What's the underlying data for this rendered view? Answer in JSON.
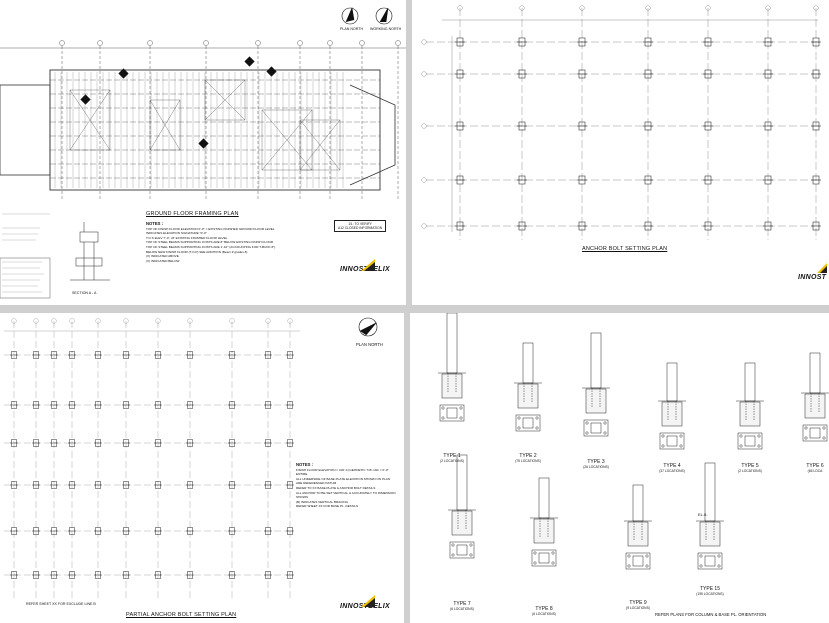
{
  "sheets": {
    "ground_floor": {
      "title": "GROUND FLOOR FRAMING PLAN",
      "north_left": "PLAN NORTH",
      "north_right": "WORKING NORTH",
      "section_label": "SECTION A - A",
      "stamp_line1": "1/1: TO VERIFY",
      "stamp_line2": "A12 CLOSED INFORMATION",
      "notes_heading": "NOTES :",
      "notes": [
        "TOP OF FINISH FLOOR ELEVATION 0'-0\" = EXISTING FINISHED GROUND FLOOR LEVEL",
        "INDICATES ELEVATION SIGNATURE \"0'-0\"",
        "T.O.S ELEV 7'-0\", AT EXISTING FINISHED FLOOR LEVEL",
        "TOP OF STEEL BEAMS SUPPORTING JOISTS ARE 8\" BELOW EXISTING FINISH FLOOR",
        "TOP OF STEEL BEAMS SUPPORTING JOISTS ARE 1'-10\" (ACCOUNTING FOR T-BUCK 8\")",
        "BELOW NEW FINISH FLOOR (T.O.P) SEE ADDITION (Beam # grades 8)",
        "(X) INDICATED ABOVE",
        "(X) INDICATED BELOW"
      ]
    },
    "anchor_bolt": {
      "title": "ANCHOR BOLT SETTING PLAN"
    },
    "partial_anchor": {
      "title": "PARTIAL ANCHOR BOLT SETTING PLAN",
      "north_label": "PLAN NORTH",
      "notes_heading": "NOTES :",
      "notes": [
        "FINISH FLOOR ELEVATION = 100'-0 (GEODETIC 716'-10in = 0'-0\" ENTIRE",
        "ALL UNDERSIDE OF BASE PLATE ELEVATION SHOWN ON PLAN",
        "ARE REFERENCED DATUM",
        "REFER TO XX BASE PLATE & ANCHOR BOLT DETAILS",
        "ALL ANCHOR TO BE SET VERTICAL & ACCURATELY TO DIMENSION SHOWN",
        "(B) INDICATES VERTICAL BRACING",
        "REFER SHEET XX FOR BASE PL. DETAILS"
      ],
      "ref_note": "REFER SHEET XX FOR EXCLUDE LINE B"
    },
    "base_plates": {
      "footer": "REFER PLANS FOR COLUMN & BASE PL. ORIENTATION",
      "types": [
        {
          "name": "TYPE 1",
          "loc": "(2 LOCATIONS)"
        },
        {
          "name": "TYPE 2",
          "loc": "(75 LOCATIONS)"
        },
        {
          "name": "TYPE 3",
          "loc": "(26 LOCATIONS)"
        },
        {
          "name": "TYPE 4",
          "loc": "(37 LOCATIONS)"
        },
        {
          "name": "TYPE 5",
          "loc": "(2 LOCATIONS)"
        },
        {
          "name": "TYPE 6",
          "loc": "(65 LOCA"
        },
        {
          "name": "TYPE 7",
          "loc": "(6 LOCATIONS)"
        },
        {
          "name": "TYPE 8",
          "loc": "(6 LOCATIONS)"
        },
        {
          "name": "TYPE 9",
          "loc": "(9 LOCATIONS)"
        },
        {
          "name": "TYPE 15",
          "loc": "(195 LOCATIONS)"
        }
      ],
      "el_label": "EL.0-"
    },
    "brand": "INNOSTEELIX",
    "brand_partial": "INNOST"
  }
}
